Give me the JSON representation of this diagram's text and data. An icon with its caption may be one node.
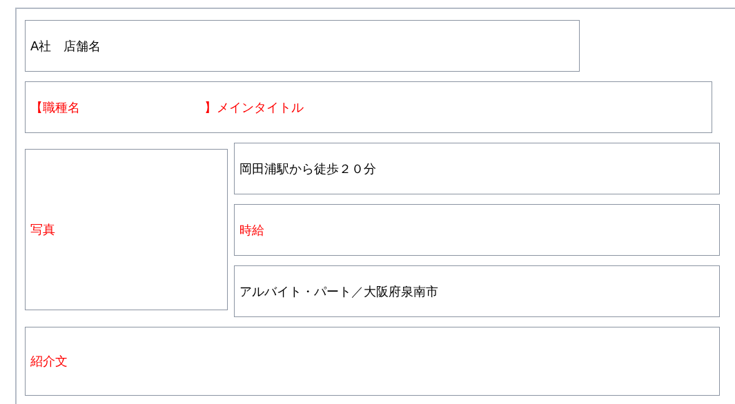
{
  "diagram": {
    "nodes": [
      {
        "text": [],
        "shape": "box"
      },
      {
        "text": [
          "A社　店舗名"
        ],
        "in": 0
      },
      {
        "text": [
          "【職種名　　　　　　　　　　】メインタイトル"
        ],
        "in": 0
      },
      {
        "text": [
          "写真"
        ],
        "in": 0
      },
      {
        "text": [
          "岡田浦駅から徒歩２０分"
        ],
        "in": 0
      },
      {
        "text": [
          "時給"
        ],
        "in": 0
      },
      {
        "text": [
          "アルバイト・パート／大阪府泉南市"
        ],
        "in": 0
      },
      {
        "text": [
          "紹介文"
        ],
        "in": 0
      }
    ]
  }
}
